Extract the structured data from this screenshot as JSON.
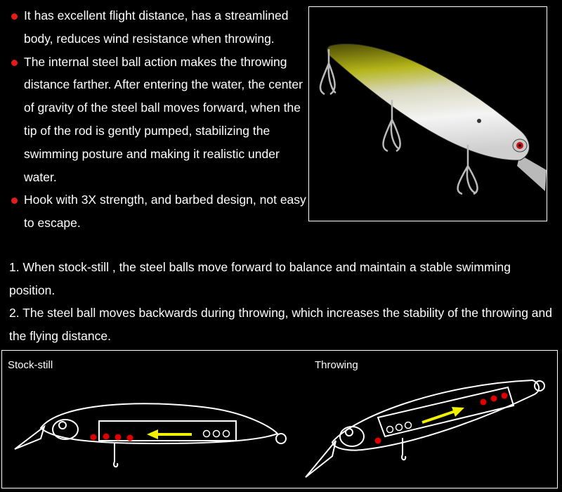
{
  "features": [
    "It has excellent flight distance, has a streamlined body, reduces wind resistance when throwing.",
    "The internal steel ball action makes the throwing distance farther. After entering the water, the center of gravity of the steel ball moves forward,  when the tip of the rod is gently pumped, stabilizing the swimming posture and making it realistic under water.",
    "Hook with 3X strength, and barbed design, not easy to escape."
  ],
  "notes": [
    "1. When stock-still , the steel balls move forward to balance and maintain a stable swimming position.",
    "2. The steel ball moves backwards during throwing, which increases the stability of the throwing and the flying distance."
  ],
  "diagrams": {
    "stock_still_label": "Stock-still",
    "throwing_label": "Throwing"
  },
  "colors": {
    "bullet": "#e21b1b",
    "lure_back": "#8a8a10",
    "lure_belly": "#f2f2f2",
    "steel_ball": "#e00000",
    "arrow": "#f0f000"
  },
  "icons": [
    "red-dot-bullet-icon",
    "treble-hook-icon",
    "yellow-arrow-icon"
  ]
}
